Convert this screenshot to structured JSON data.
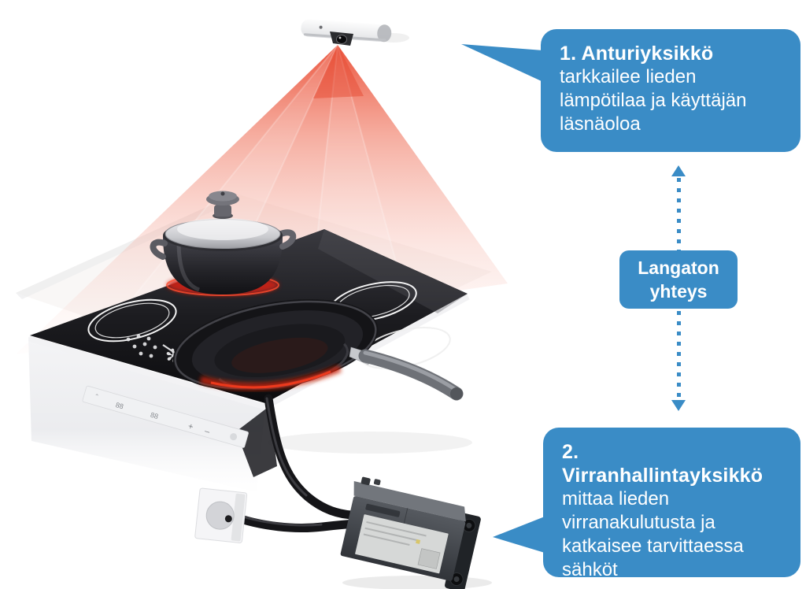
{
  "colors": {
    "accent_blue": "#3A8CC6",
    "cone_red": "#ED5744",
    "text_white": "#FFFFFF"
  },
  "callout_sensor": {
    "title": "1. Anturiyksikkö",
    "body": "tarkkailee lieden\nlämpötilaa ja käyttäjän\nläsnäoloa"
  },
  "wireless": {
    "label": "Langaton\nyhteys"
  },
  "callout_power": {
    "title": "2. Virranhallintayksikkö",
    "body": "mittaa lieden\nvirranakulutusta ja\nkatkaisee tarvittaessa\nsähköt"
  },
  "illustration": {
    "burner_lock_symbol": "✻",
    "control_display_text": "88",
    "control_plus": "+",
    "control_minus": "–",
    "control_chevron": "ˆ"
  }
}
